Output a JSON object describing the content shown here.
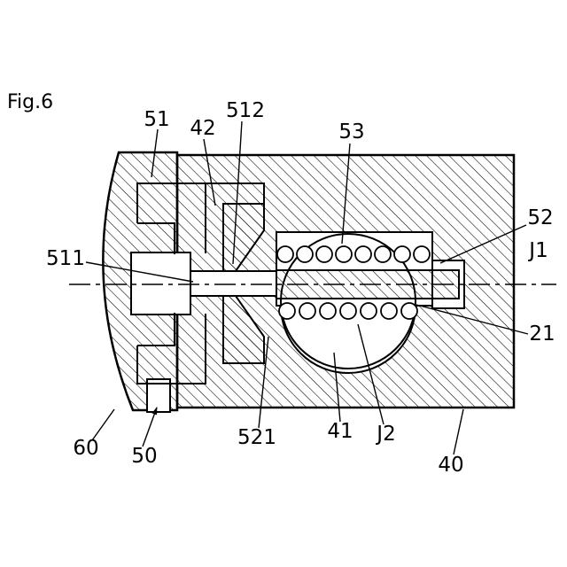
{
  "figure": {
    "caption": "Fig.6",
    "axis_labels": {
      "j1": "J1",
      "j2": "J2"
    },
    "reference_numerals": {
      "n51": "51",
      "n42": "42",
      "n512": "512",
      "n53": "53",
      "n52": "52",
      "n511": "511",
      "n21": "21",
      "n60": "60",
      "n50": "50",
      "n521": "521",
      "n41": "41",
      "n40": "40"
    },
    "colors": {
      "ink": "#000000",
      "paper": "#ffffff"
    }
  }
}
